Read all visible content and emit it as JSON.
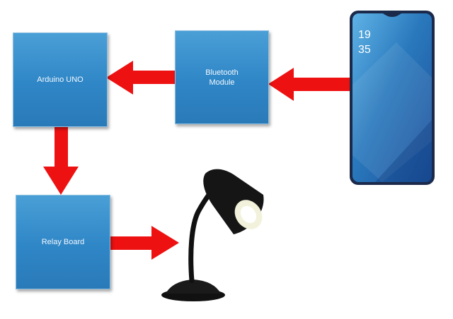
{
  "blocks": {
    "arduino": "Arduino UNO",
    "bluetooth": "Bluetooth\nModule",
    "relay": "Relay Board"
  },
  "phone": {
    "clock_hour": "19",
    "clock_minute": "35"
  },
  "colors": {
    "block_fill": "#2f86c6",
    "arrow": "#ee1111",
    "phone_screen": "#2e7fbf",
    "lamp": "#111111"
  },
  "icons": [
    "smartphone-icon",
    "desk-lamp-icon"
  ]
}
